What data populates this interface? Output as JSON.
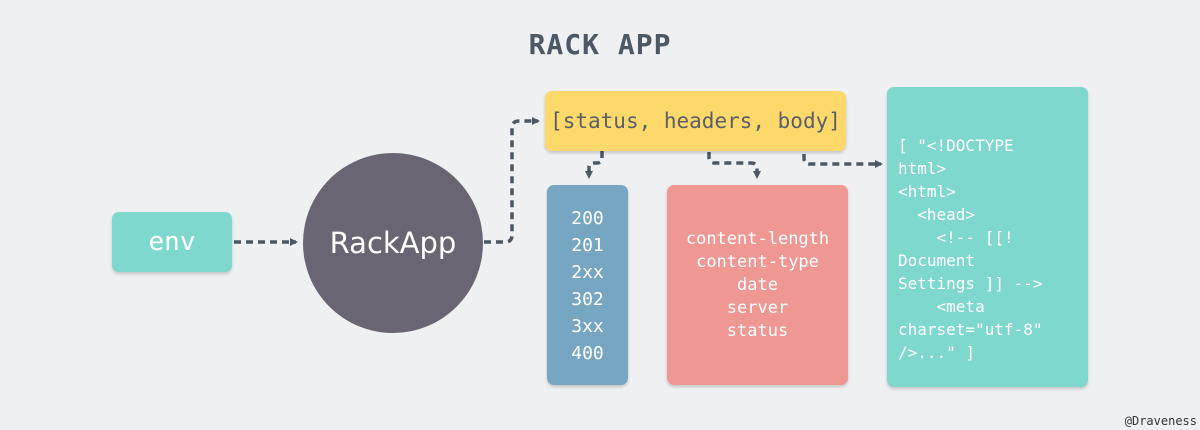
{
  "title": "RACK APP",
  "env_label": "env",
  "app_label": "RackApp",
  "response_label": "[status, headers, body]",
  "status_codes": [
    "200",
    "201",
    "2xx",
    "302",
    "3xx",
    "400"
  ],
  "header_names": [
    "content-length",
    "content-type",
    "date",
    "server",
    "status"
  ],
  "body_lines": [
    "[ \"<!DOCTYPE",
    "html>",
    "<html>",
    "  <head>",
    "    <!-- [[!",
    "Document",
    "Settings ]] -->",
    "    <meta",
    "charset=\"utf-8\"",
    "/>...\" ]"
  ],
  "credit": "@Draveness",
  "colors": {
    "background": "#eff0f2",
    "teal": "#7fd8ce",
    "circle": "#696572",
    "yellow": "#fdd86a",
    "blue": "#76a6c2",
    "salmon": "#ef9893",
    "arrow": "#4c5964"
  }
}
